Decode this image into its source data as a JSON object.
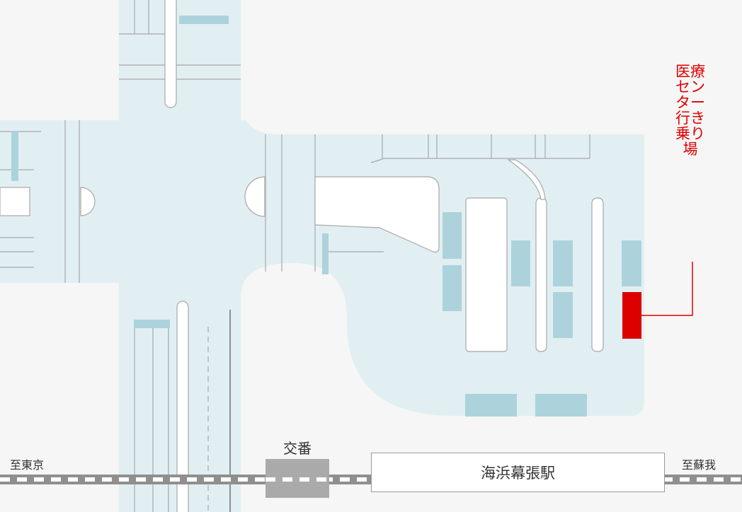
{
  "map": {
    "destination_label": "医療センター行き乗り場",
    "station_name": "海浜幕張駅",
    "police_box_label": "交番",
    "direction_west": "至東京",
    "direction_east": "至蘇我"
  },
  "colors": {
    "background": "#f6f6f6",
    "road": "#e1eff2",
    "road_lines": "#a8a8a8",
    "bus_bay": "#acd3dc",
    "highlight_bay": "#dd0000",
    "rail_gray": "#8f8f8f",
    "police_box": "#aaaaaa"
  },
  "icons": {
    "highlight": "red-bus-stop-marker",
    "rail": "railway-track"
  }
}
